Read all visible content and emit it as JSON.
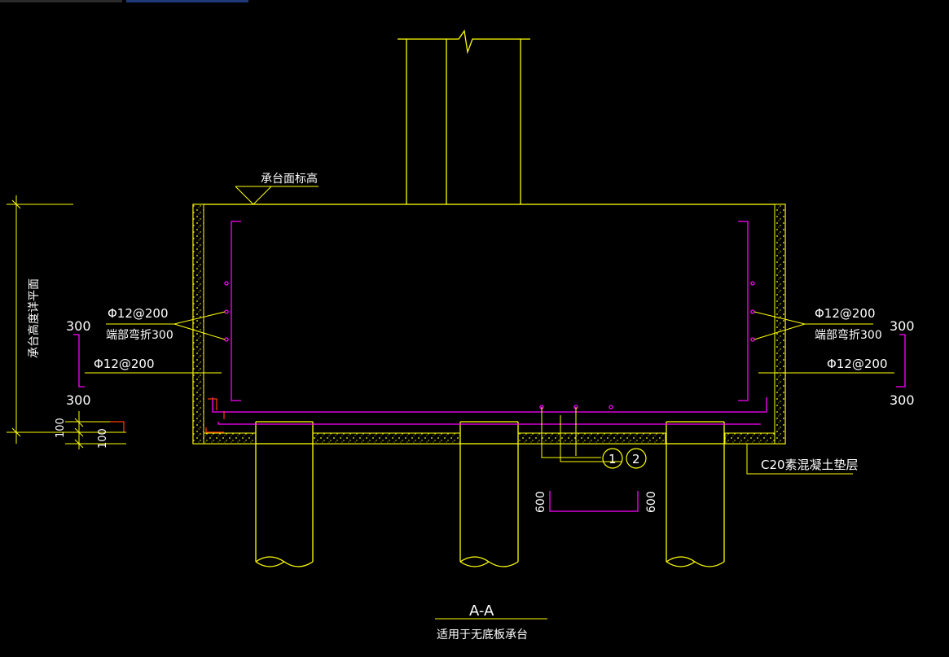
{
  "labels": {
    "cap_top_elevation": "承台面标高",
    "cap_height_note": "承台高度详平面",
    "rebar_left_upper": "Φ12@200",
    "bend_left": "端部弯折300",
    "rebar_left_lower": "Φ12@200",
    "rebar_right_upper": "Φ12@200",
    "bend_right": "端部弯折300",
    "rebar_right_lower": "Φ12@200",
    "dim_300_left_top": "300",
    "dim_300_left_bottom": "300",
    "dim_300_right_top": "300",
    "dim_300_right_bottom": "300",
    "dim_100_a": "100",
    "dim_100_b": "100",
    "dim_600_left": "600",
    "dim_600_right": "600",
    "bar_mark_1": "1",
    "bar_mark_2": "2",
    "cushion_note": "C20素混凝土垫层",
    "section_title": "A-A",
    "section_note": "适用于无底板承台"
  },
  "colors": {
    "background": "#000000",
    "outline": "#ffff00",
    "rebar": "#ff00ff",
    "text": "#ffffff",
    "red_mark": "#ff3b00",
    "dim_line": "#ffff00"
  }
}
